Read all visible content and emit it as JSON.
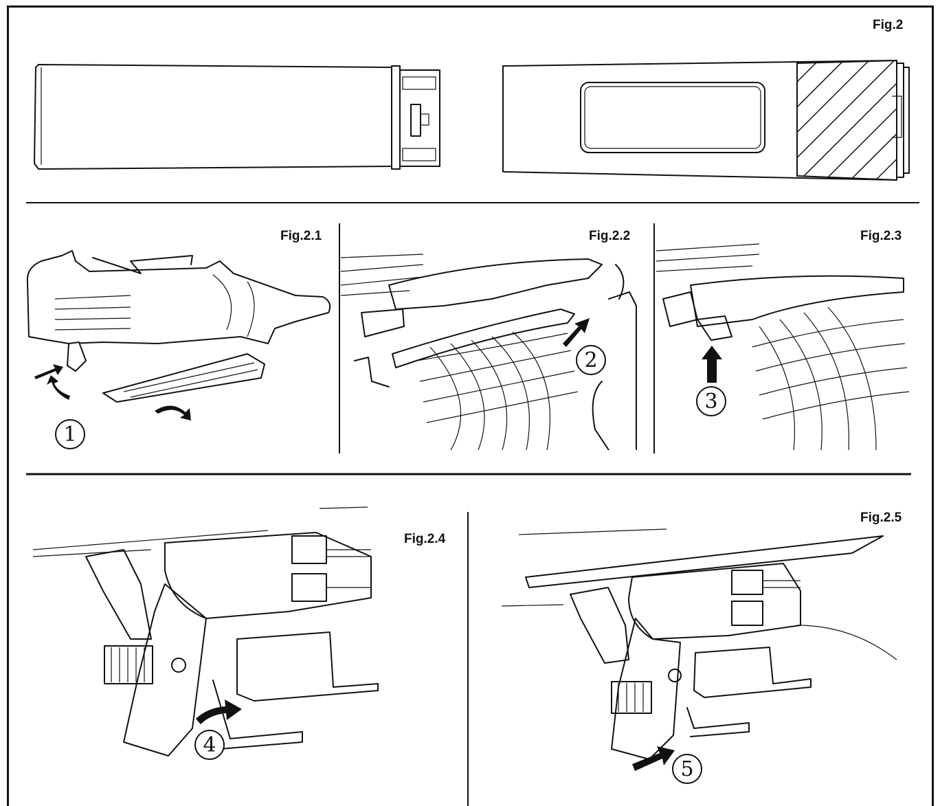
{
  "figures": {
    "fig2": "Fig.2",
    "fig2_1": "Fig.2.1",
    "fig2_2": "Fig.2.2",
    "fig2_3": "Fig.2.3",
    "fig2_4": "Fig.2.4",
    "fig2_5": "Fig.2.5"
  },
  "steps": [
    "1",
    "2",
    "3",
    "4",
    "5"
  ],
  "colors": {
    "line": "#111111",
    "background": "#ffffff"
  },
  "icons": [
    "arrow-icon",
    "curved-arrow-icon",
    "hatch-pattern"
  ]
}
